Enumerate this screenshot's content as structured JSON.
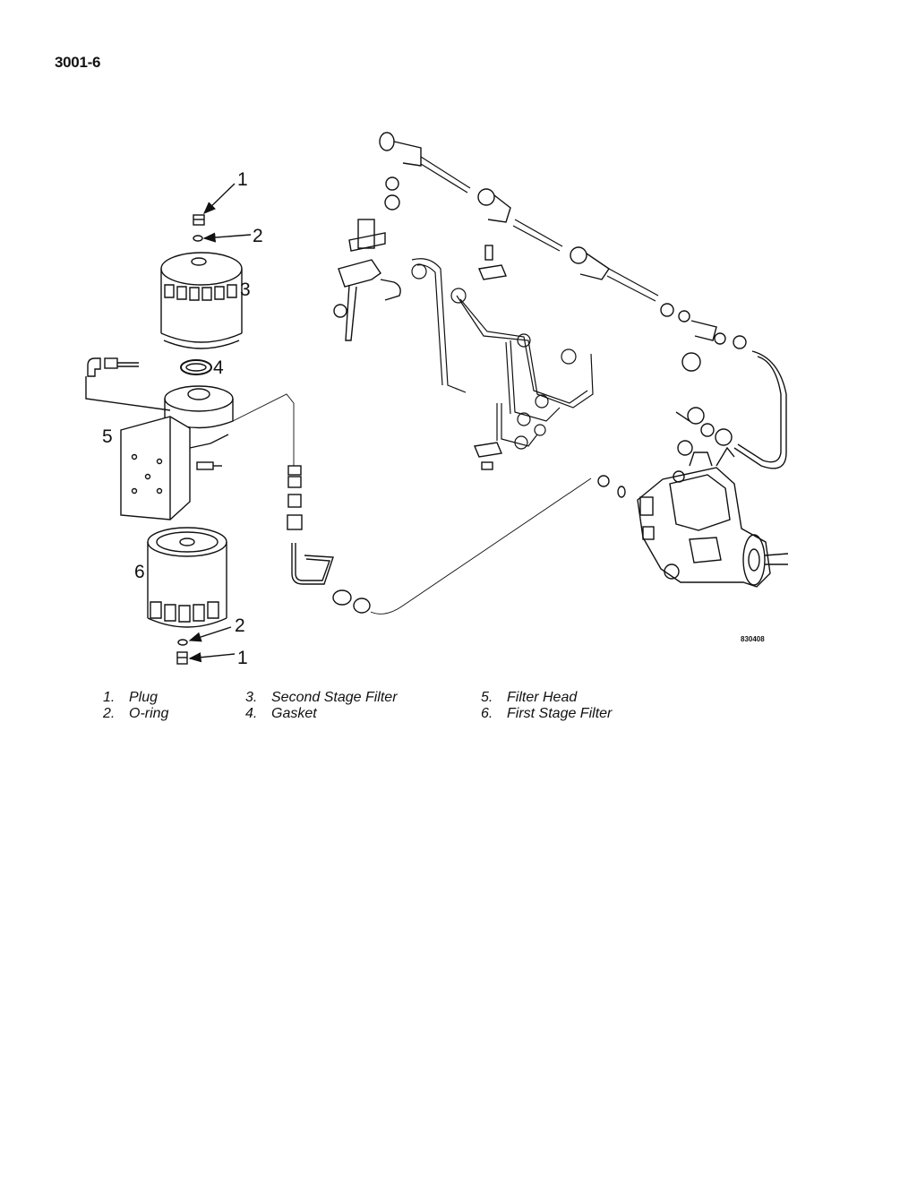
{
  "page": {
    "number": "3001-6"
  },
  "figure": {
    "id": "830408",
    "callouts": [
      "1",
      "2",
      "3",
      "4",
      "5",
      "6",
      "2",
      "1"
    ]
  },
  "legend": {
    "col1": [
      {
        "num": "1.",
        "label": "Plug"
      },
      {
        "num": "2.",
        "label": "O-ring"
      }
    ],
    "col2": [
      {
        "num": "3.",
        "label": "Second Stage Filter"
      },
      {
        "num": "4.",
        "label": "Gasket"
      }
    ],
    "col3": [
      {
        "num": "5.",
        "label": "Filter Head"
      },
      {
        "num": "6.",
        "label": "First Stage Filter"
      }
    ]
  }
}
